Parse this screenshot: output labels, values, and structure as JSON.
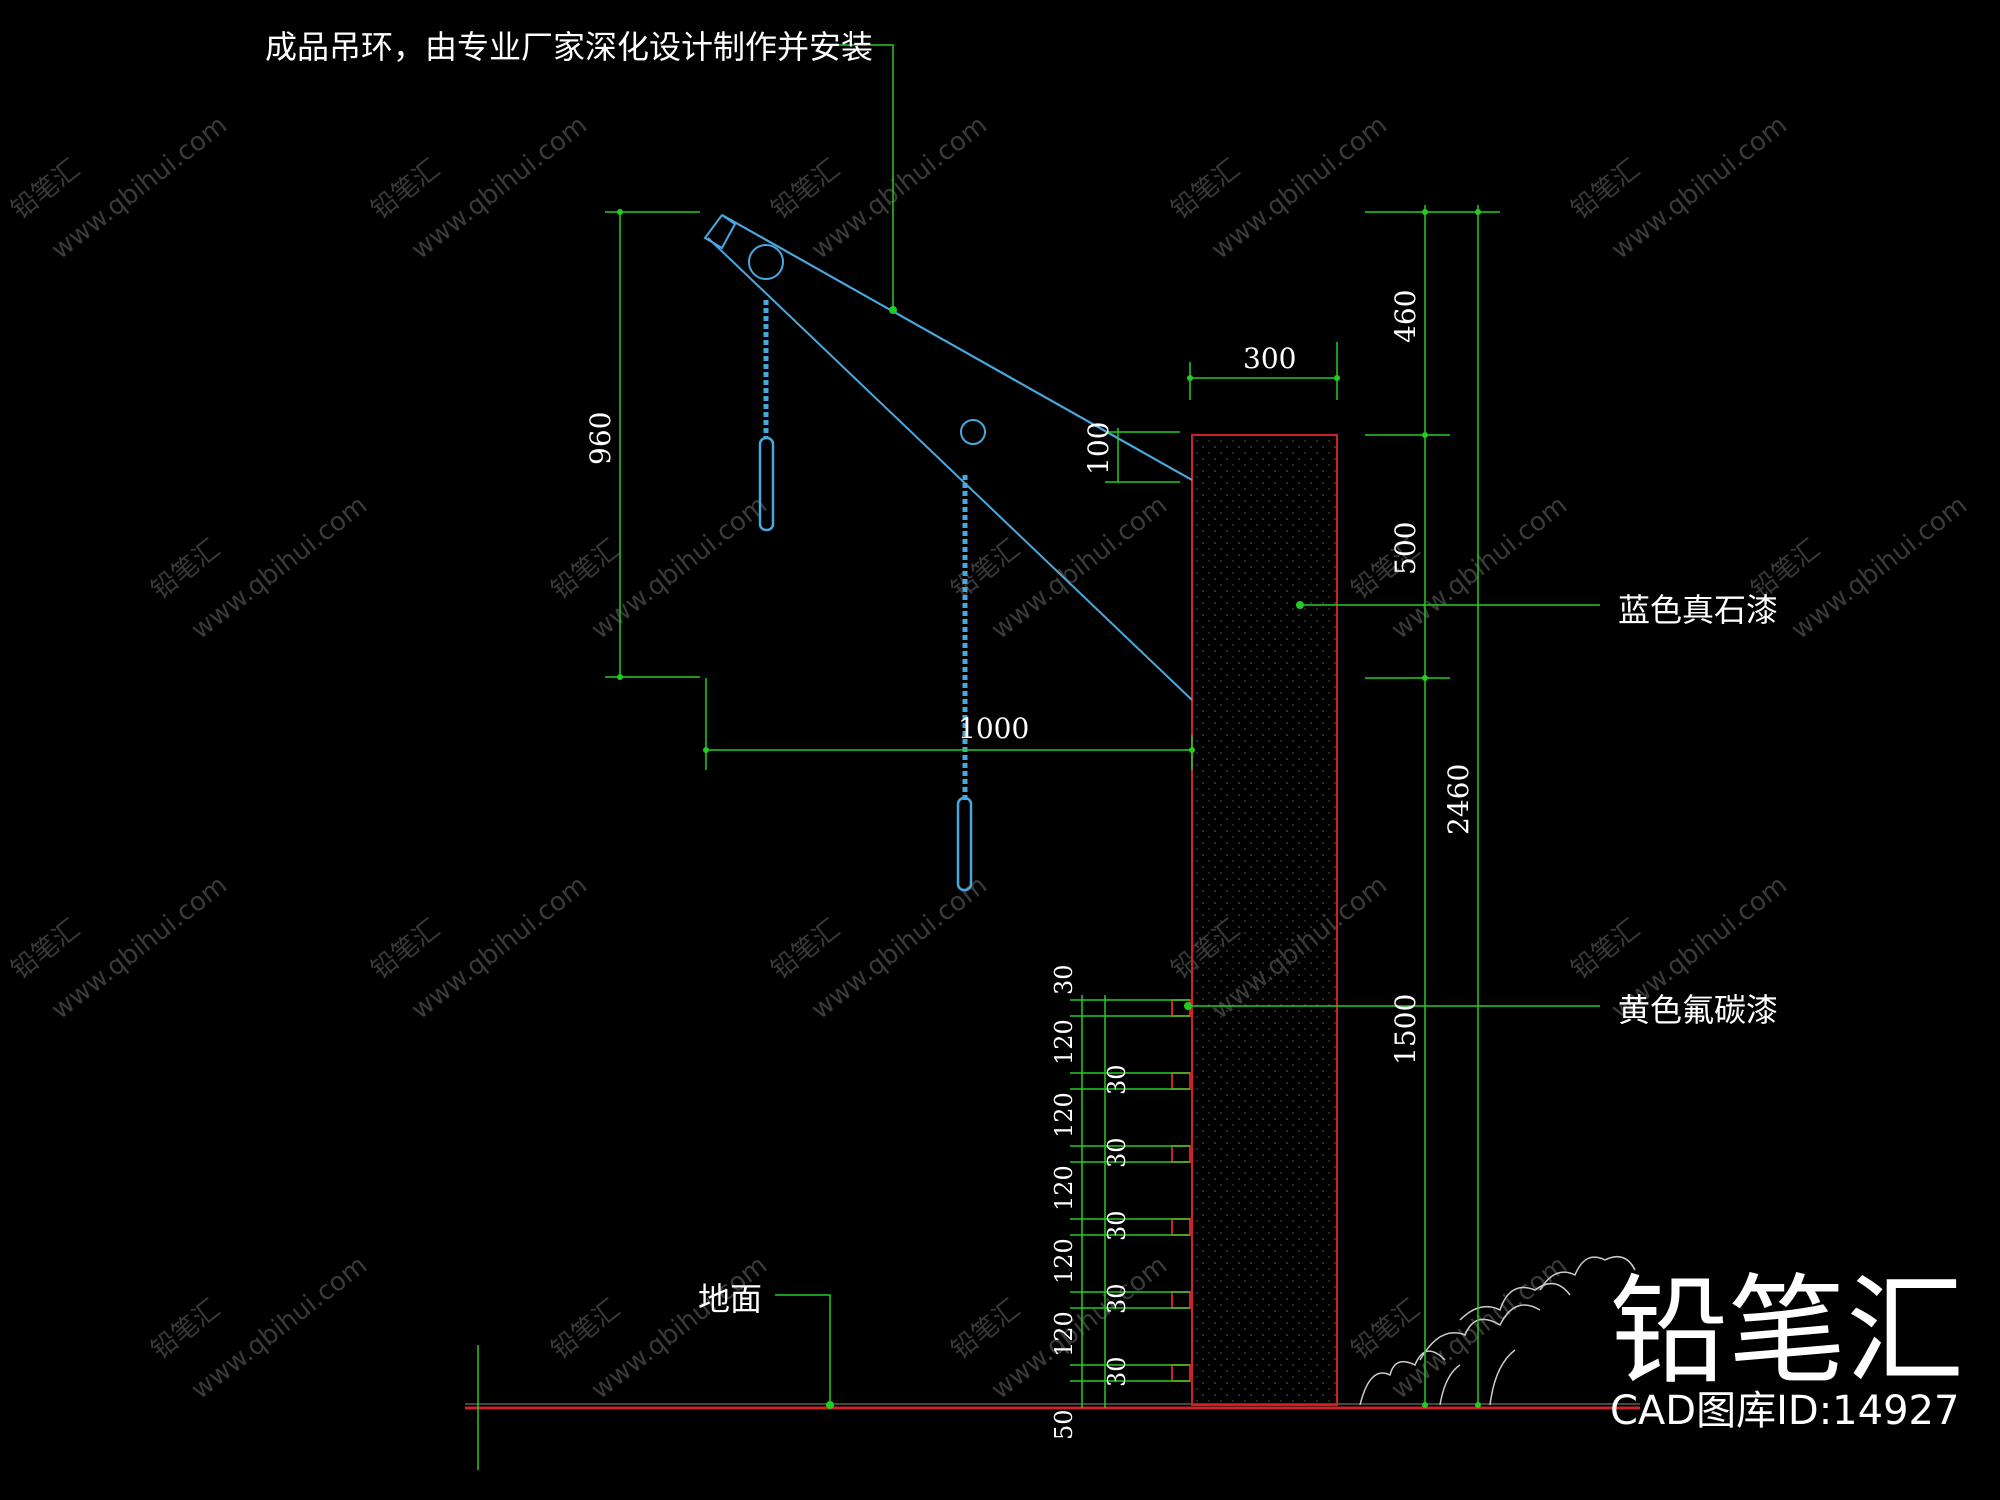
{
  "annotations": {
    "hanging_ring": "成品吊环，由专业厂家深化设计制作并安装",
    "blue_paint": "蓝色真石漆",
    "yellow_paint": "黄色氟碳漆",
    "ground": "地面"
  },
  "dimensions": {
    "width_300": "300",
    "h_460": "460",
    "h_500": "500",
    "h_2460": "2460",
    "h_1500": "1500",
    "h_960": "960",
    "h_100": "100",
    "w_1000": "1000",
    "small_30": "30",
    "small_120": "120",
    "small_50": "50"
  },
  "watermark": {
    "site": "www.qbihui.com",
    "cn": "铅笔汇"
  },
  "brand": {
    "logo_text": "铅笔汇",
    "id_text": "CAD图库ID:14927"
  },
  "colors": {
    "dim_line": "#22cc22",
    "outline": "#4aa8e0",
    "wall_edge": "#cc2222",
    "background": "#000000"
  }
}
